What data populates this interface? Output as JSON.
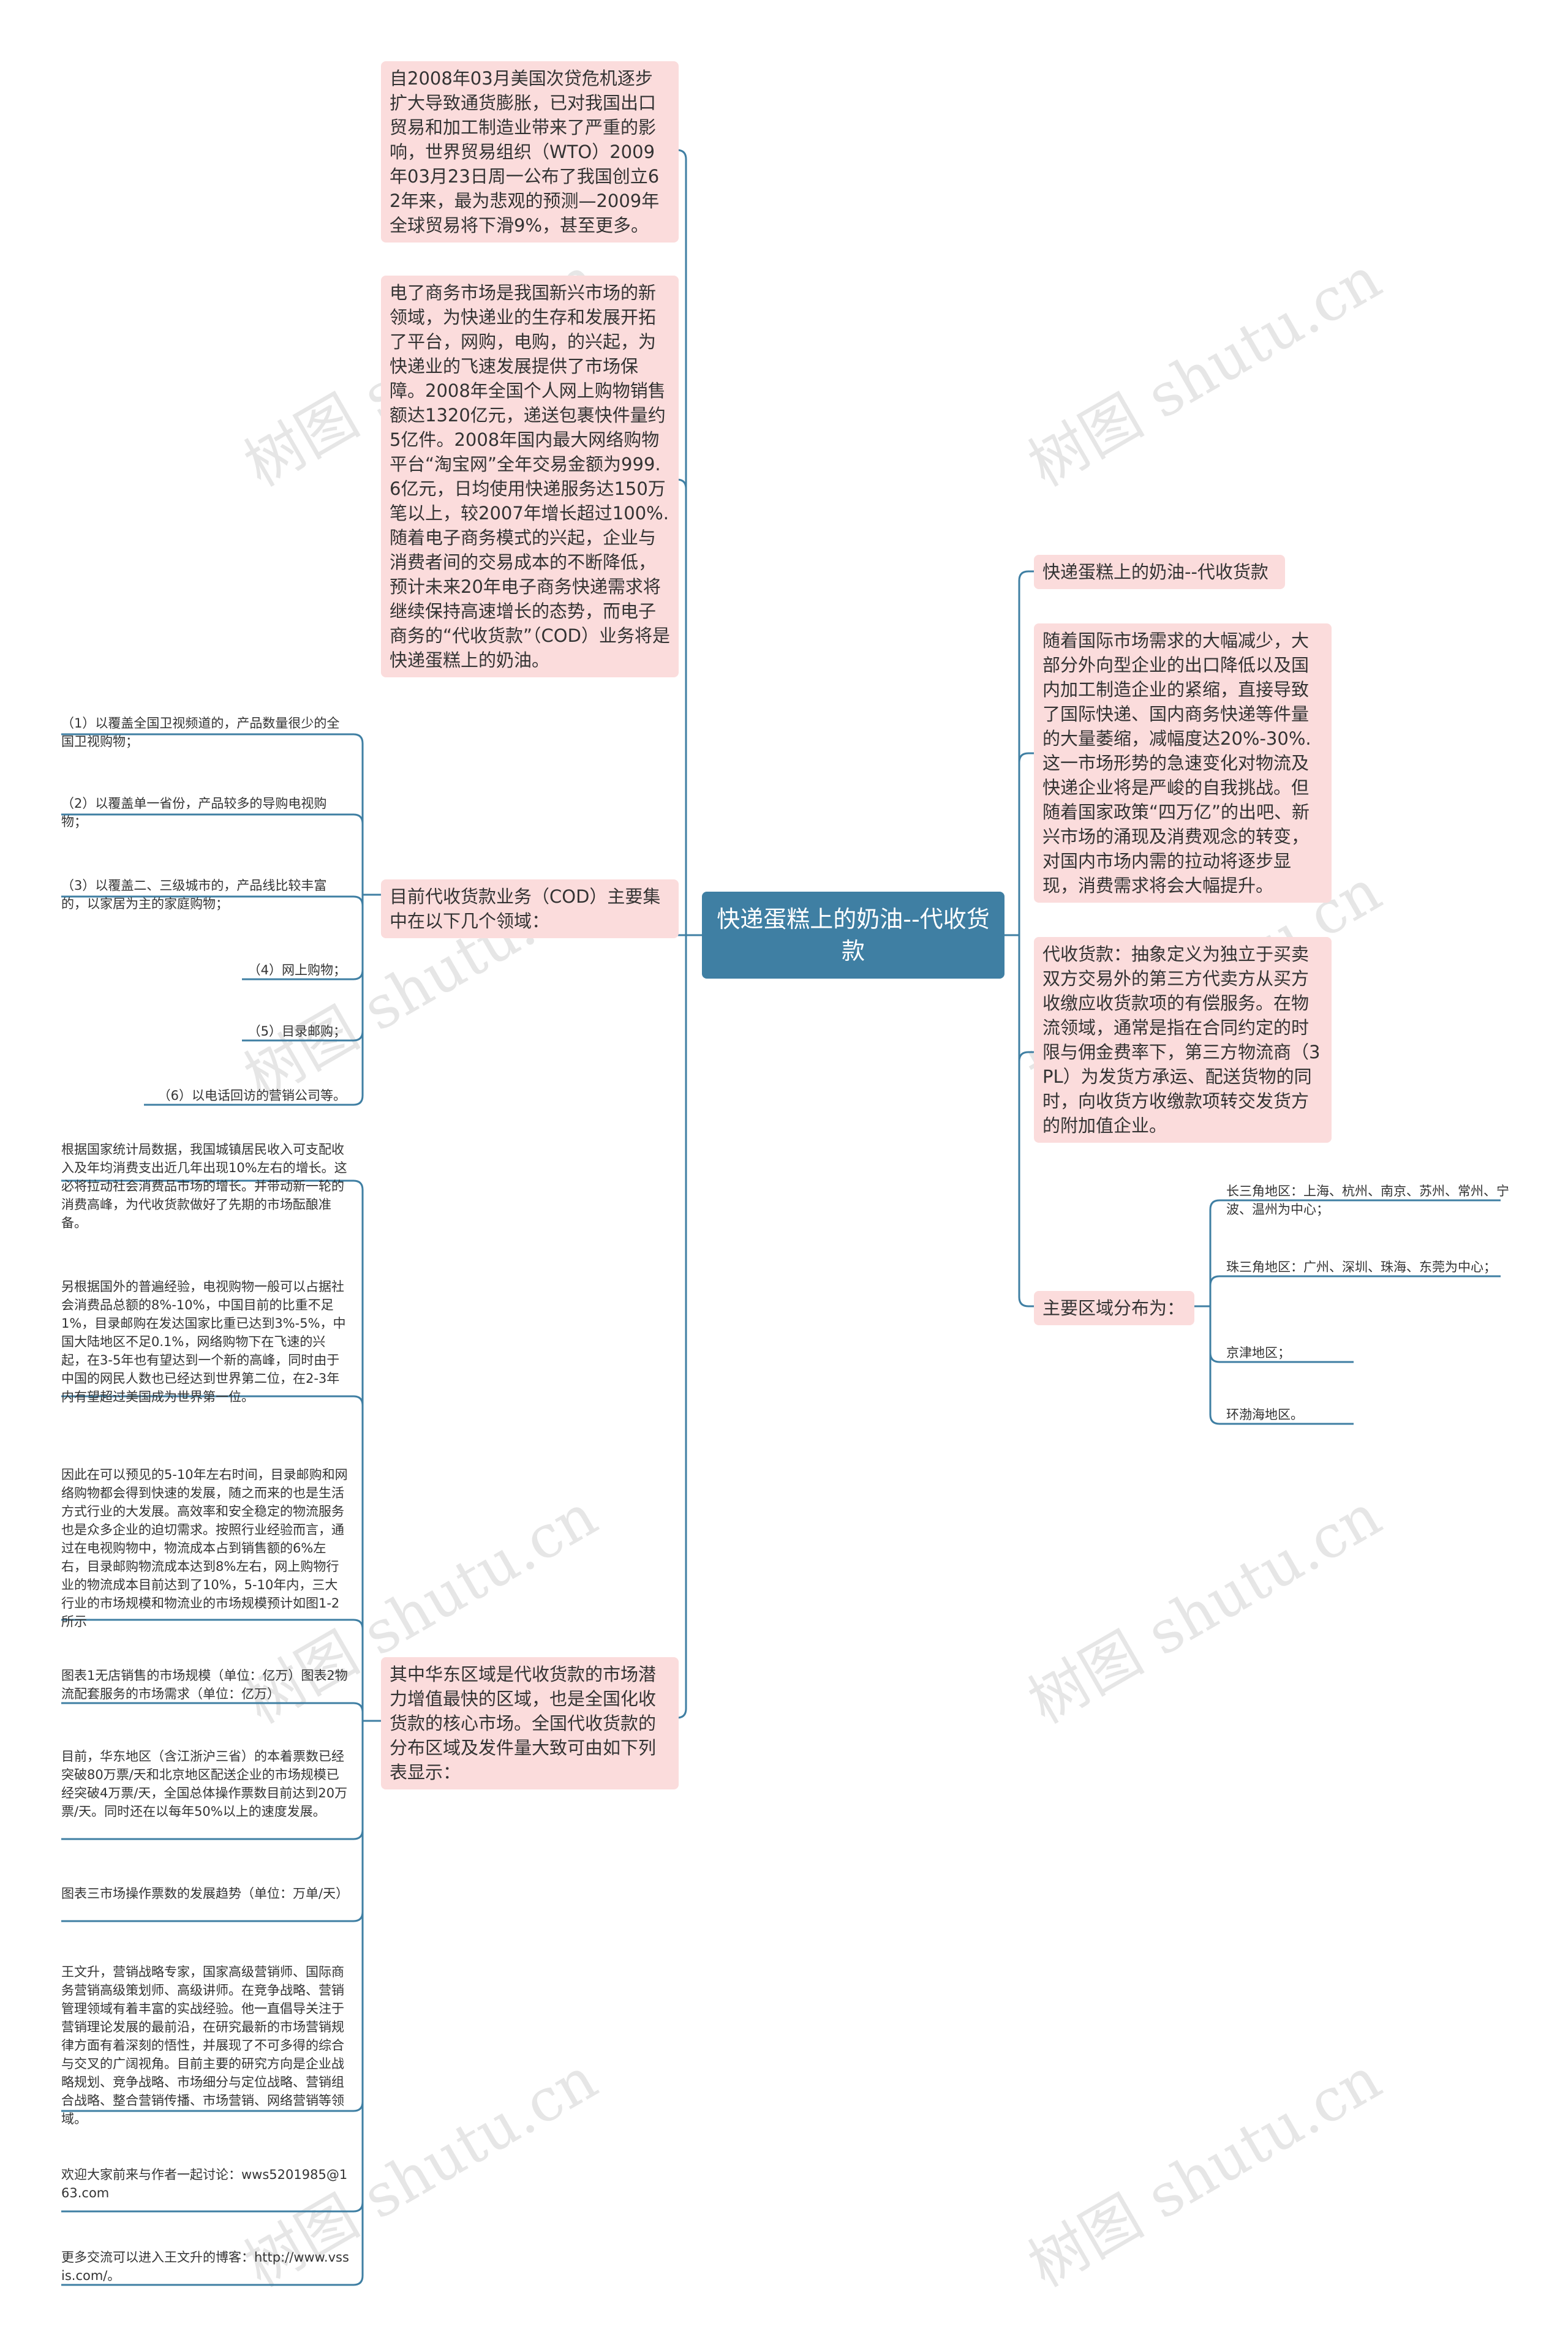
{
  "colors": {
    "root_bg": "#3f7fa3",
    "node_bg": "#fbdcdc",
    "line": "#3f7fa3",
    "watermark": "#e6e6e6"
  },
  "watermark": "树图 shutu.cn",
  "root": {
    "text": "快递蛋糕上的奶油--代收货款"
  },
  "left": {
    "intro1": "自2008年03月美国次贷危机逐步扩大导致通货膨胀，已对我国出口贸易和加工制造业带来了严重的影响，世界贸易组织（WTO）2009年03月23日周一公布了我国创立62年来，最为悲观的预测—2009年全球贸易将下滑9%，甚至更多。",
    "intro2": "电了商务市场是我国新兴市场的新领域，为快递业的生存和发展开拓了平台，网购，电购，的兴起，为快递业的飞速发展提供了市场保障。2008年全国个人网上购物销售额达1320亿元，递送包裹快件量约5亿件。2008年国内最大网络购物平台“淘宝网”全年交易金额为999.6亿元，日均使用快递服务达150万笔以上，较2007年增长超过100%.随着电子商务模式的兴起，企业与消费者间的交易成本的不断降低，预计未来20年电子商务快递需求将继续保持高速增长的态势，而电子商务的“代收货款”（COD）业务将是快递蛋糕上的奶油。",
    "cod_branch": "目前代收货款业务（COD）主要集中在以下几个领域：",
    "cod_items": [
      "（1）以覆盖全国卫视频道的，产品数量很少的全国卫视购物；",
      "（2）以覆盖单一省份，产品较多的导购电视购物；",
      "（3）以覆盖二、三级城市的，产品线比较丰富的，以家居为主的家庭购物；",
      "（4）网上购物；",
      "（5）目录邮购；",
      "（6）以电话回访的营销公司等。"
    ],
    "east_branch": "其中华东区域是代收货款的市场潜力增值最快的区域，也是全国化收货款的核心市场。全国代收货款的分布区域及发件量大致可由如下列表显示：",
    "east_items": [
      "根据国家统计局数据，我国城镇居民收入可支配收入及年均消费支出近几年出现10%左右的增长。这必将拉动社会消费品市场的增长。并带动新一轮的消费高峰，为代收货款做好了先期的市场酝酿准备。",
      "另根据国外的普遍经验，电视购物一般可以占据社会消费品总额的8%-10%，中国目前的比重不足1%，目录邮购在发达国家比重已达到3%-5%，中国大陆地区不足0.1%，网络购物下在飞速的兴起，在3-5年也有望达到一个新的高峰，同时由于中国的网民人数也已经达到世界第二位，在2-3年内有望超过美国成为世界第一位。",
      "因此在可以预见的5-10年左右时间，目录邮购和网络购物都会得到快速的发展，随之而来的也是生活方式行业的大发展。高效率和安全稳定的物流服务也是众多企业的迫切需求。按照行业经验而言，通过在电视购物中，物流成本占到销售额的6%左右，目录邮购物流成本达到8%左右，网上购物行业的物流成本目前达到了10%，5-10年内，三大行业的市场规模和物流业的市场规模预计如图1-2所示",
      "图表1无店销售的市场规模（单位：亿万）图表2物流配套服务的市场需求（单位：亿万）",
      "目前，华东地区（含江浙沪三省）的本着票数已经突破80万票/天和北京地区配送企业的市场规模已经突破4万票/天，全国总体操作票数目前达到20万票/天。同时还在以每年50%以上的速度发展。",
      "图表三市场操作票数的发展趋势（单位：万单/天）",
      "王文升，营销战略专家，国家高级营销师、国际商务营销高级策划师、高级讲师。在竞争战略、营销管理领域有着丰富的实战经验。他一直倡导关注于营销理论发展的最前沿，在研究最新的市场营销规律方面有着深刻的悟性，并展现了不可多得的综合与交叉的广阔视角。目前主要的研究方向是企业战略规划、竞争战略、市场细分与定位战略、营销组合战略、整合营销传播、市场营销、网络营销等领域。",
      "欢迎大家前来与作者一起讨论：wws5201985@163.com",
      "更多交流可以进入王文升的博客：http://www.vssis.com/。"
    ]
  },
  "right": {
    "title_node": "快递蛋糕上的奶油--代收货款",
    "market": "随着国际市场需求的大幅减少，大部分外向型企业的出口降低以及国内加工制造企业的紧缩，直接导致了国际快递、国内商务快递等件量的大量萎缩，减幅度达20%-30%.这一市场形势的急速变化对物流及快递企业将是严峻的自我挑战。但随着国家政策“四万亿”的出吧、新兴市场的涌现及消费观念的转变，对国内市场内需的拉动将逐步显现，消费需求将会大幅提升。",
    "definition": "代收货款：抽象定义为独立于买卖双方交易外的第三方代卖方从买方收缴应收货款项的有偿服务。在物流领域，通常是指在合同约定的时限与佣金费率下，第三方物流商（3PL）为发货方承运、配送货物的同时，向收货方收缴款项转交发货方的附加值企业。",
    "region_branch": "主要区域分布为：",
    "regions": [
      "长三角地区：上海、杭州、南京、苏州、常州、宁波、温州为中心；",
      "珠三角地区：广州、深圳、珠海、东莞为中心；",
      "京津地区；",
      "环渤海地区。"
    ]
  }
}
